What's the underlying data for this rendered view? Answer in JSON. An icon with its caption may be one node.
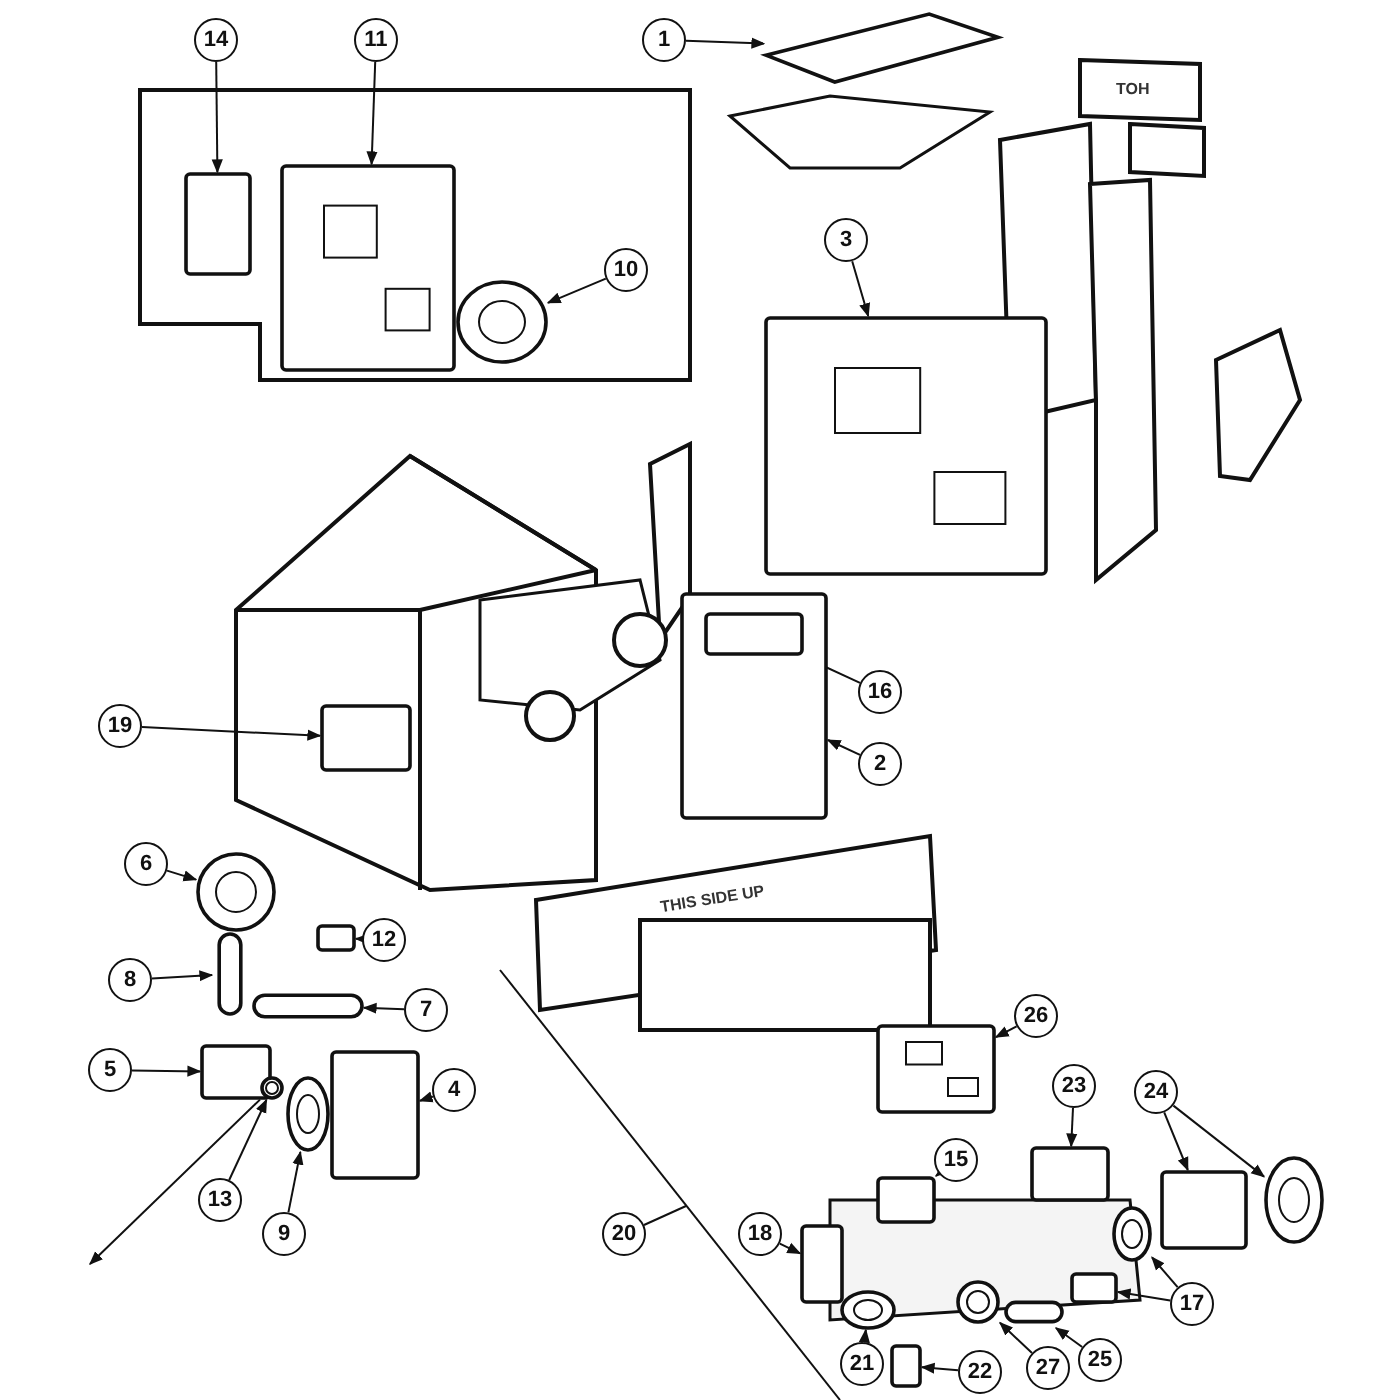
{
  "diagram": {
    "nodes": [
      {
        "text": [
          "14"
        ]
      },
      {
        "text": [],
        "shape": "box"
      },
      {
        "text": [
          "11"
        ]
      },
      {
        "text": [],
        "shape": "picture"
      },
      {
        "text": [
          "1"
        ]
      },
      {
        "text": [],
        "shape": "picture"
      },
      {
        "text": [
          "10"
        ]
      },
      {
        "text": [],
        "shape": "circle"
      },
      {
        "text": [
          "3"
        ]
      },
      {
        "text": [],
        "shape": "picture"
      },
      {
        "text": [
          "16"
        ]
      },
      {
        "text": [
          "2"
        ]
      },
      {
        "text": [],
        "shape": "box"
      },
      {
        "text": [],
        "shape": "box",
        "in": 12
      },
      {
        "text": [
          "19"
        ]
      },
      {
        "text": [],
        "shape": "box"
      },
      {
        "text": [
          "6"
        ]
      },
      {
        "text": [],
        "shape": "circle"
      },
      {
        "text": [
          "8"
        ]
      },
      {
        "text": [],
        "shape": "bar"
      },
      {
        "text": [
          "12"
        ]
      },
      {
        "text": [],
        "shape": "box"
      },
      {
        "text": [
          "7"
        ]
      },
      {
        "text": [],
        "shape": "bar"
      },
      {
        "text": [
          "5"
        ]
      },
      {
        "text": [],
        "shape": "box"
      },
      {
        "text": [
          "13"
        ]
      },
      {
        "text": [],
        "shape": "circle"
      },
      {
        "text": [
          "4"
        ]
      },
      {
        "text": [],
        "shape": "box"
      },
      {
        "text": [
          "9"
        ]
      },
      {
        "text": [],
        "shape": "circle"
      },
      {
        "text": [
          "26"
        ]
      },
      {
        "text": [],
        "shape": "picture"
      },
      {
        "text": [
          "23"
        ]
      },
      {
        "text": [],
        "shape": "box"
      },
      {
        "text": [
          "24"
        ]
      },
      {
        "text": [],
        "shape": "box"
      },
      {
        "text": [],
        "shape": "circle"
      },
      {
        "text": [
          "15"
        ]
      },
      {
        "text": [],
        "shape": "box"
      },
      {
        "text": [
          "20"
        ]
      },
      {
        "text": [
          "18"
        ]
      },
      {
        "text": [],
        "shape": "box"
      },
      {
        "text": [
          "17"
        ]
      },
      {
        "text": [],
        "shape": "circle"
      },
      {
        "text": [],
        "shape": "box"
      },
      {
        "text": [
          "21"
        ]
      },
      {
        "text": [],
        "shape": "circle"
      },
      {
        "text": [
          "22"
        ]
      },
      {
        "text": [],
        "shape": "box"
      },
      {
        "text": [
          "27"
        ]
      },
      {
        "text": [],
        "shape": "circle"
      },
      {
        "text": [
          "25"
        ]
      },
      {
        "text": [],
        "shape": "bar"
      }
    ],
    "edges": [
      {
        "from": 0,
        "to": 1,
        "arrow": "to"
      },
      {
        "from": 2,
        "to": 3,
        "arrow": "to"
      },
      {
        "from": 4,
        "to": 5,
        "arrow": "to"
      },
      {
        "from": 6,
        "to": 7,
        "arrow": "to"
      },
      {
        "from": 8,
        "to": 9,
        "arrow": "to"
      },
      {
        "from": 10,
        "to": 13,
        "arrow": "to"
      },
      {
        "from": 11,
        "to": 12,
        "arrow": "to"
      },
      {
        "from": 14,
        "to": 15,
        "arrow": "to"
      },
      {
        "from": 16,
        "to": 17,
        "arrow": "to"
      },
      {
        "from": 18,
        "to": 19,
        "arrow": "to"
      },
      {
        "from": 20,
        "to": 21,
        "arrow": "to"
      },
      {
        "from": 22,
        "to": 23,
        "arrow": "to"
      },
      {
        "from": 24,
        "to": 25,
        "arrow": "to"
      },
      {
        "from": 26,
        "to": 27,
        "arrow": "to"
      },
      {
        "from": 28,
        "to": 29,
        "arrow": "to"
      },
      {
        "from": 30,
        "to": 31,
        "arrow": "to"
      },
      {
        "from": 32,
        "to": 33,
        "arrow": "to"
      },
      {
        "from": 34,
        "to": 35,
        "arrow": "to"
      },
      {
        "from": 36,
        "to": 37,
        "arrow": "to"
      },
      {
        "from": 36,
        "to": 38,
        "arrow": "to"
      },
      {
        "from": 39,
        "to": 40,
        "arrow": "to"
      },
      {
        "from": 41,
        "to": null,
        "arrow": "none"
      },
      {
        "from": 42,
        "to": 43,
        "arrow": "to"
      },
      {
        "from": 44,
        "to": 45,
        "arrow": "to"
      },
      {
        "from": 44,
        "to": 46,
        "arrow": "to"
      },
      {
        "from": 47,
        "to": 48,
        "arrow": "to"
      },
      {
        "from": 49,
        "to": 50,
        "arrow": "to"
      },
      {
        "from": 51,
        "to": 52,
        "arrow": "to"
      },
      {
        "from": 53,
        "to": 54,
        "arrow": "to"
      },
      {
        "from": 27,
        "to": null,
        "arrow": "to"
      }
    ],
    "labels": [
      "TOH",
      "THIS SIDE UP"
    ]
  }
}
